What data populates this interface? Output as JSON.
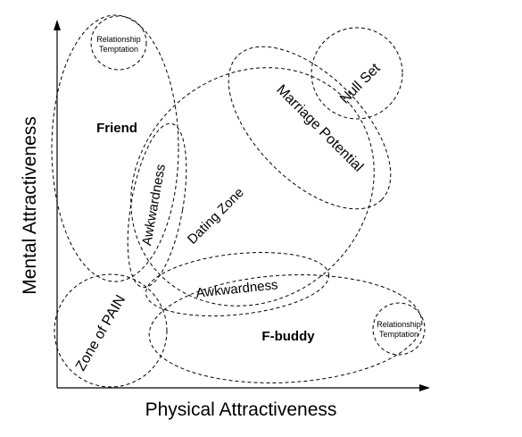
{
  "axes": {
    "x_label": "Physical Attractiveness",
    "y_label": "Mental Attractiveness"
  },
  "regions": {
    "friend": "Friend",
    "relationship_temptation_top_line1": "Relationship",
    "relationship_temptation_top_line2": "Temptation",
    "awkwardness_vertical": "Awkwardness",
    "dating_zone": "Dating Zone",
    "marriage_potential": "Marriage Potential",
    "null_set": "Null Set",
    "awkwardness_horizontal": "Awkwardness",
    "zone_of_pain": "Zone of PAIN",
    "f_buddy": "F-buddy",
    "relationship_temptation_right_line1": "Relationship",
    "relationship_temptation_right_line2": "Temptation"
  }
}
